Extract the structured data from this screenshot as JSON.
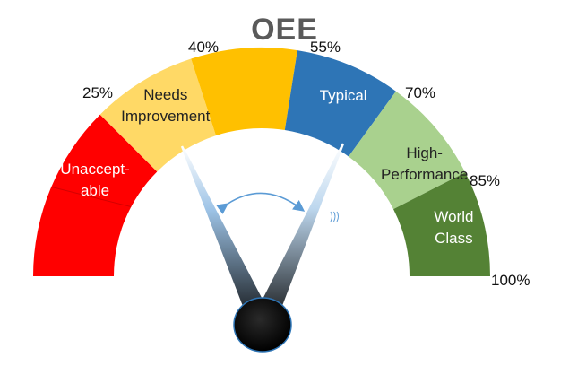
{
  "title": "OEE",
  "ticks": [
    "25%",
    "40%",
    "55%",
    "70%",
    "85%",
    "100%"
  ],
  "bands": [
    {
      "label_lines": [
        "Unaccept-",
        "able"
      ],
      "color": "#ff0000",
      "text_color": "#ffffff",
      "from": 0,
      "to": 25
    },
    {
      "label_lines": [
        "Needs",
        "Improvement"
      ],
      "color": "#ffd966",
      "text_color": "#222222",
      "from": 25,
      "to": 40
    },
    {
      "label_lines": [],
      "color": "#ffc000",
      "text_color": "#222222",
      "from": 40,
      "to": 55
    },
    {
      "label_lines": [
        "Typical"
      ],
      "color": "#2e75b6",
      "text_color": "#ffffff",
      "from": 55,
      "to": 70
    },
    {
      "label_lines": [
        "High-",
        "Performance"
      ],
      "color": "#a9d18e",
      "text_color": "#222222",
      "from": 70,
      "to": 85
    },
    {
      "label_lines": [
        "World",
        "Class"
      ],
      "color": "#548235",
      "text_color": "#ffffff",
      "from": 85,
      "to": 100
    }
  ],
  "needles": [
    {
      "name": "left-needle",
      "points_to": 34
    },
    {
      "name": "right-needle",
      "points_to": 69
    }
  ],
  "colors": {
    "title": "#5a5a5a",
    "hub": "#000000",
    "hub_border": "#2e75b6",
    "swing_arrow": "#5b9bd5"
  }
}
